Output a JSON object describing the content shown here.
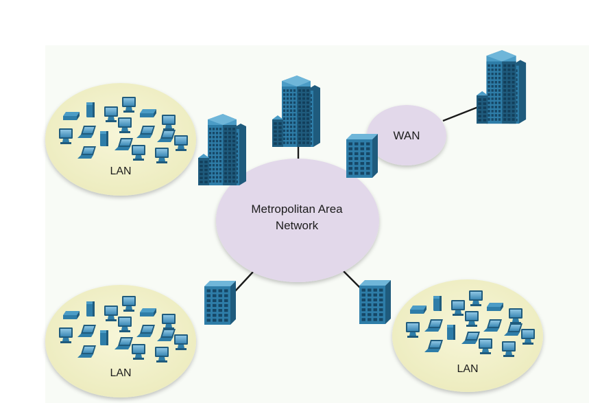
{
  "diagram": {
    "man_label_line1": "Metropolitan Area",
    "man_label_line2": "Network",
    "wan_label": "WAN",
    "lan_top_left_label": "LAN",
    "lan_bottom_left_label": "LAN",
    "lan_bottom_right_label": "LAN"
  },
  "colors": {
    "man_fill": "#e2d8ea",
    "wan_fill": "#e2d8ea",
    "lan_fill": "#f3f2cc",
    "building_dark": "#1f5b7d",
    "building_mid": "#2e7da8",
    "building_light": "#4b9cc6",
    "link": "#1a1a1a"
  },
  "icons": [
    "office-tower-icon",
    "small-office-building-icon",
    "desktop-computer-icon",
    "laptop-icon",
    "server-icon",
    "network-switch-icon"
  ]
}
